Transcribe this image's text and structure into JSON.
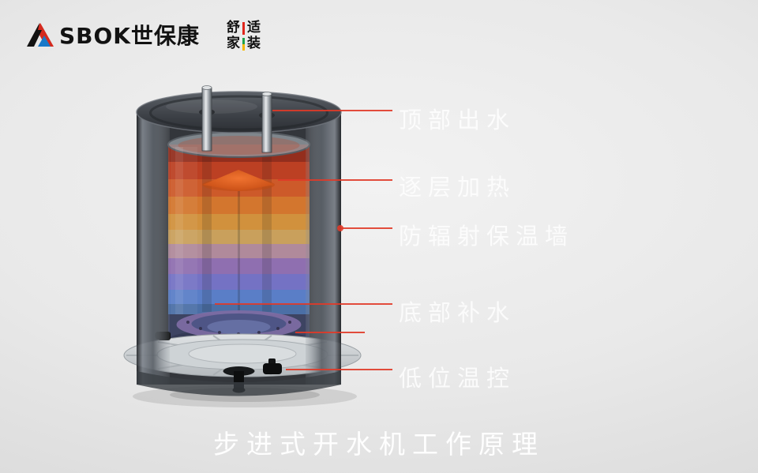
{
  "brand": {
    "logo_text": "SBOK世保康",
    "badge_rows": [
      [
        "舒",
        "适"
      ],
      [
        "家",
        "装"
      ]
    ],
    "badge_bar_colors": [
      "#e0251b",
      "#1fa24a",
      "#f5b800"
    ]
  },
  "callouts": [
    {
      "text": "顶部出水"
    },
    {
      "text": "逐层加热"
    },
    {
      "text": "防辐射保温墙"
    },
    {
      "text": "底部补水"
    },
    {
      "text": "低位温控"
    }
  ],
  "title": "步进式开水机工作原理",
  "colors": {
    "accent_red": "#e03a28",
    "label_text": "#fcfcfc",
    "background": "#e9e9e9",
    "logo_black": "#121212",
    "logo_red": "#d42a1e",
    "logo_blue": "#1878c8"
  },
  "tank": {
    "layers": [
      {
        "color": "#932e1d"
      },
      {
        "color": "#bc4023"
      },
      {
        "color": "#cd5a2a"
      },
      {
        "color": "#d3762e"
      },
      {
        "color": "#d1913d"
      },
      {
        "color": "#c9a05c"
      },
      {
        "color": "#b08a9b"
      },
      {
        "color": "#8f6fb0"
      },
      {
        "color": "#7472c4"
      },
      {
        "color": "#5a7ec7"
      },
      {
        "color": "#4b6fa6"
      }
    ],
    "cone_color": "#e05a1a",
    "shell_color": "#3a3e44",
    "ring_color": "#7c6ca2",
    "base_color": "#ccd0d3"
  }
}
